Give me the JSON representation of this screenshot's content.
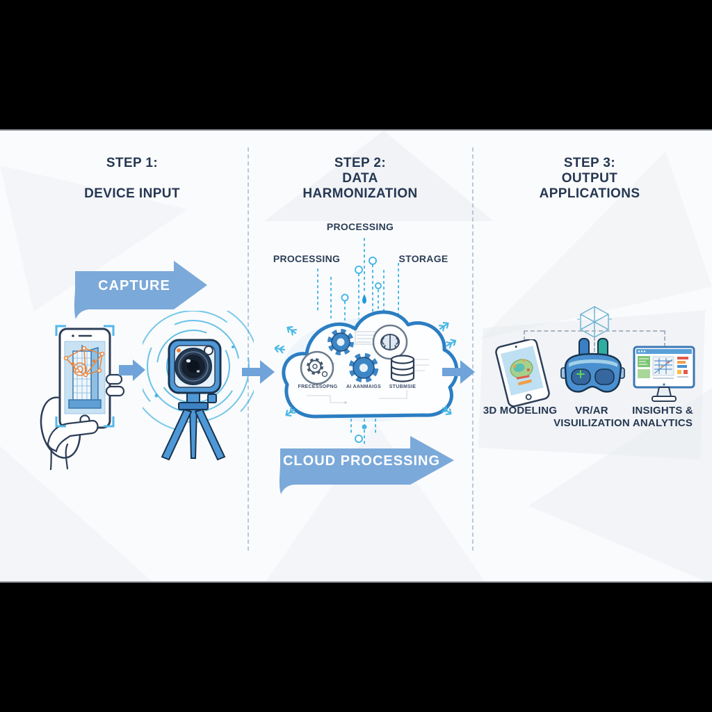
{
  "colors": {
    "letterbox": "#000000",
    "panel": "#fafbfc",
    "heading_text": "#253752",
    "flow_arrow_blue": "#7ba9d9",
    "small_arrow_blue": "#6fa3d9",
    "accent_light_blue": "#49b8e5",
    "cloud_outline_blue": "#2b7ec2",
    "device_blue": "#4f98d7",
    "overlay_orange": "#e8833a",
    "teal": "#2fae9e",
    "green": "#7cc576"
  },
  "step1": {
    "title_line1": "STEP 1:",
    "title_line2": "DEVICE INPUT",
    "capture_arrow_label": "CAPTURE"
  },
  "step2": {
    "title_line1": "STEP 2:",
    "title_line2": "DATA",
    "title_line3": "HARMONIZATION",
    "processing_top_label": "PROCESSING",
    "processing_left_label": "PROCESSING",
    "storage_label": "STORAGE",
    "cloud_inner_labels": {
      "left": "FRECESSOPNG",
      "center": "AI AANMAIGS",
      "right": "STUBMSIE"
    },
    "cloud_arrow_label": "CLOUD PROCESSING"
  },
  "step3": {
    "title_line1": "STEP 3:",
    "title_line2": "OUTPUT",
    "title_line3": "APPLICATIONS",
    "outputs": [
      {
        "label_line1": "3D MODELING",
        "label_line2": ""
      },
      {
        "label_line1": "VR/AR",
        "label_line2": "VISUILIZATION"
      },
      {
        "label_line1": "INSIGHTS &",
        "label_line2": "ANALYTICS"
      }
    ]
  },
  "icons": {
    "step1": [
      "hand-icon",
      "smartphone-capture-icon",
      "camera-360-tripod-icon",
      "scan-waves-icon"
    ],
    "step2": [
      "cloud-icon",
      "gear-icon",
      "processing-gear-icon",
      "ai-brain-icon",
      "database-icon",
      "data-stream-dots-icon"
    ],
    "step3": [
      "wireframe-cube-icon",
      "tablet-3d-model-icon",
      "vr-headset-icon",
      "monitor-dashboard-icon"
    ]
  }
}
